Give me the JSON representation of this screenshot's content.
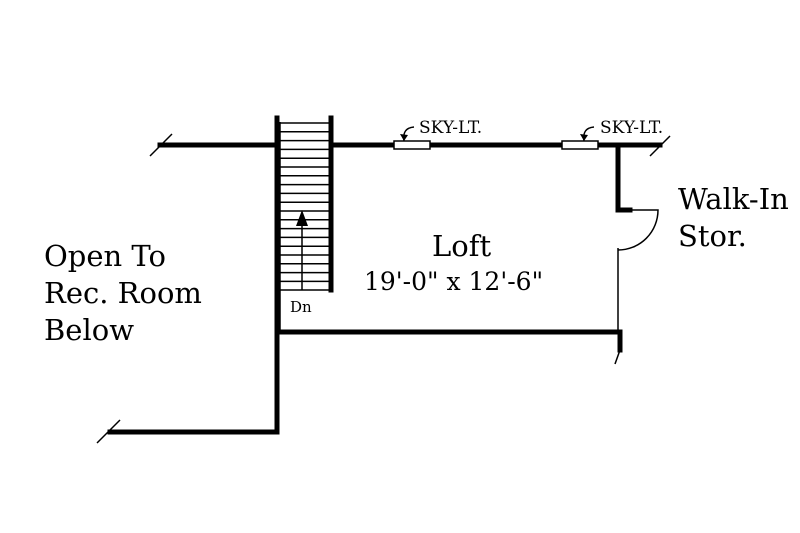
{
  "labels": {
    "open_to": [
      "Open To",
      "Rec. Room",
      "Below"
    ],
    "room_name": "Loft",
    "room_dims": "19'-0\" x 12'-6\"",
    "storage": [
      "Walk-In",
      "Stor."
    ],
    "skylight_1": "SKY-LT.",
    "skylight_2": "SKY-LT.",
    "stair_dir": "Dn"
  },
  "colors": {
    "line": "#000000",
    "background": "#ffffff"
  }
}
